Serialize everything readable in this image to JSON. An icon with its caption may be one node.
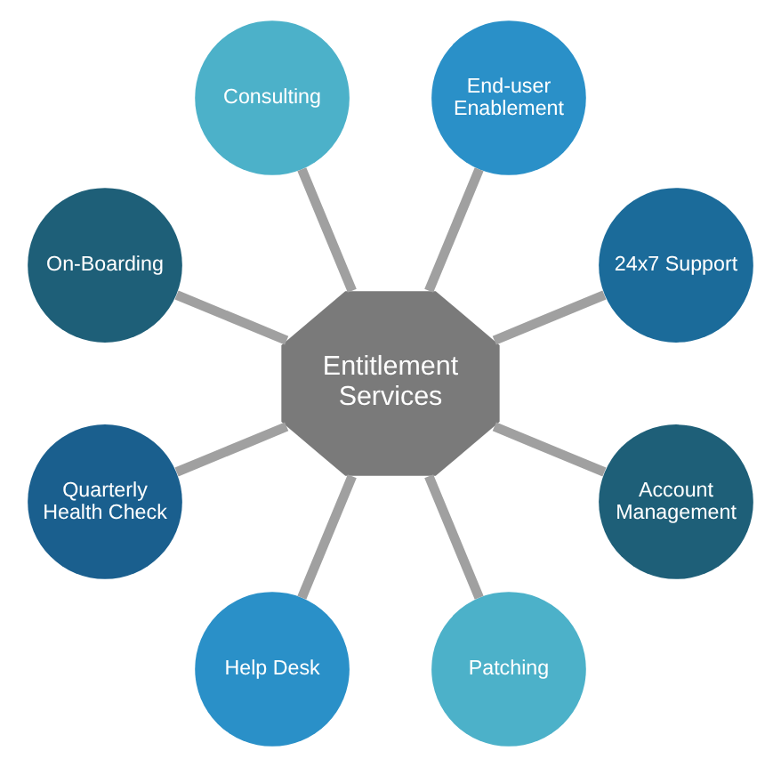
{
  "diagram": {
    "nodes": [
      {
        "text": [
          "Entitlement Services"
        ]
      },
      {
        "text": [
          "24x7 Support"
        ]
      },
      {
        "text": [
          "End-user Enablement"
        ]
      },
      {
        "text": [
          "Consulting"
        ]
      },
      {
        "text": [
          "On-Boarding"
        ]
      },
      {
        "text": [
          "Quarterly Health Check"
        ]
      },
      {
        "text": [
          "Help Desk"
        ]
      },
      {
        "text": [
          "Patching"
        ]
      },
      {
        "text": [
          "Account Management"
        ]
      }
    ],
    "edges": [
      {
        "from": 0,
        "to": 1,
        "arrow": "none"
      },
      {
        "from": 0,
        "to": 2,
        "arrow": "none"
      },
      {
        "from": 0,
        "to": 3,
        "arrow": "none"
      },
      {
        "from": 0,
        "to": 4,
        "arrow": "none"
      },
      {
        "from": 0,
        "to": 5,
        "arrow": "none"
      },
      {
        "from": 0,
        "to": 6,
        "arrow": "none"
      },
      {
        "from": 0,
        "to": 7,
        "arrow": "none"
      },
      {
        "from": 0,
        "to": 8,
        "arrow": "none"
      }
    ]
  }
}
